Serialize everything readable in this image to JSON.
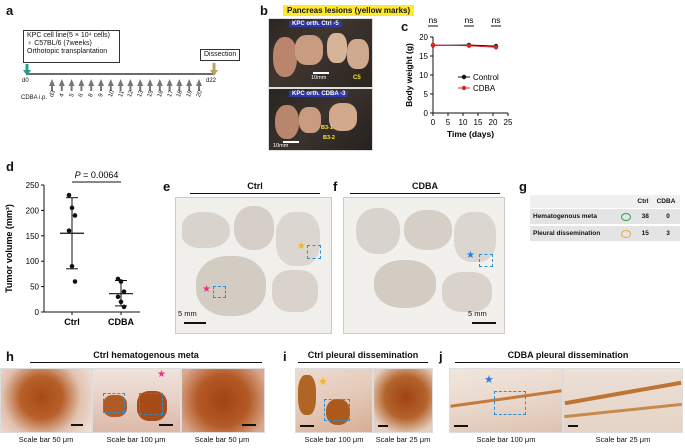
{
  "panels": {
    "a": {
      "letter": "a",
      "box_lines": [
        "KPC cell line(5 × 10⁴ cells)",
        "♀ C57BL/6 (7weeks)",
        "Orthotopic transplantation"
      ],
      "dissection": "Dissection",
      "start_day": "d0",
      "end_day": "d22",
      "cdba_label": "CDBA i.p.",
      "ip_days": [
        "d3",
        "4",
        "5",
        "6",
        "8",
        "9",
        "10",
        "11",
        "12",
        "13",
        "15",
        "16",
        "17",
        "18",
        "19",
        "20"
      ]
    },
    "b": {
      "letter": "b",
      "header": "Pancreas lesions (yellow marks)",
      "top_label": "KPC orth. Ctrl -5",
      "top_scale": "10mm",
      "top_mark": "C5",
      "bottom_label": "KPC orth. CDBA -3",
      "bottom_scale": "10mm",
      "bottom_marks": [
        "B3-1",
        "B3-2"
      ]
    },
    "c": {
      "letter": "c",
      "ns_labels": [
        "ns",
        "ns",
        "ns"
      ]
    },
    "d": {
      "letter": "d",
      "pvalue_prefix": "P",
      "pvalue_value": " = 0.0064"
    },
    "e": {
      "letter": "e",
      "title": "Ctrl",
      "scale": "5 mm"
    },
    "f": {
      "letter": "f",
      "title": "CDBA",
      "scale": "5 mm"
    },
    "g": {
      "letter": "g",
      "headers": [
        "",
        "",
        "Ctrl",
        "CDBA"
      ],
      "rows": [
        {
          "label": "Hematogenous meta",
          "ctrl": "38",
          "cdba": "0",
          "marker_color": "#2ca24a"
        },
        {
          "label": "Pleural dissemination",
          "ctrl": "15",
          "cdba": "3",
          "marker_color": "#e8b13a"
        }
      ]
    },
    "h": {
      "letter": "h",
      "title": "Ctrl hematogenous meta",
      "captions": [
        "Scale bar 50 μm",
        "Scale bar 100 μm",
        "Scale bar 50 μm"
      ]
    },
    "i": {
      "letter": "i",
      "title": "Ctrl pleural dissemination",
      "captions": [
        "Scale bar 100 μm",
        "Scale bar 25 μm"
      ]
    },
    "j": {
      "letter": "j",
      "title": "CDBA pleural dissemination",
      "captions": [
        "Scale bar 100 μm",
        "Scale bar 25 μm"
      ]
    }
  },
  "chart_data": [
    {
      "type": "line",
      "xlabel": "Time (days)",
      "ylabel": "Body weight (g)",
      "xlim": [
        0,
        25
      ],
      "ylim": [
        0,
        20
      ],
      "xticks": [
        0,
        5,
        10,
        15,
        20,
        25
      ],
      "yticks": [
        0,
        5,
        10,
        15,
        20
      ],
      "series": [
        {
          "name": "Control",
          "color": "#111111",
          "x": [
            0,
            12,
            21
          ],
          "y": [
            17.8,
            17.9,
            17.6
          ]
        },
        {
          "name": "CDBA",
          "color": "#e0231f",
          "x": [
            0,
            12,
            21
          ],
          "y": [
            17.9,
            17.7,
            17.3
          ]
        }
      ],
      "legend": "right"
    },
    {
      "type": "scatter",
      "ylabel": "Tumor volume (mm³)",
      "categories": [
        "Ctrl",
        "CDBA"
      ],
      "ylim": [
        0,
        250
      ],
      "yticks": [
        0,
        50,
        100,
        150,
        200,
        250
      ],
      "points": [
        {
          "category": "Ctrl",
          "values": [
            230,
            205,
            190,
            160,
            90,
            60
          ]
        },
        {
          "category": "CDBA",
          "values": [
            65,
            60,
            40,
            30,
            20,
            10
          ]
        }
      ],
      "mean": [
        155,
        36
      ],
      "sd_bars": [
        [
          85,
          225
        ],
        [
          12,
          62
        ]
      ]
    }
  ]
}
